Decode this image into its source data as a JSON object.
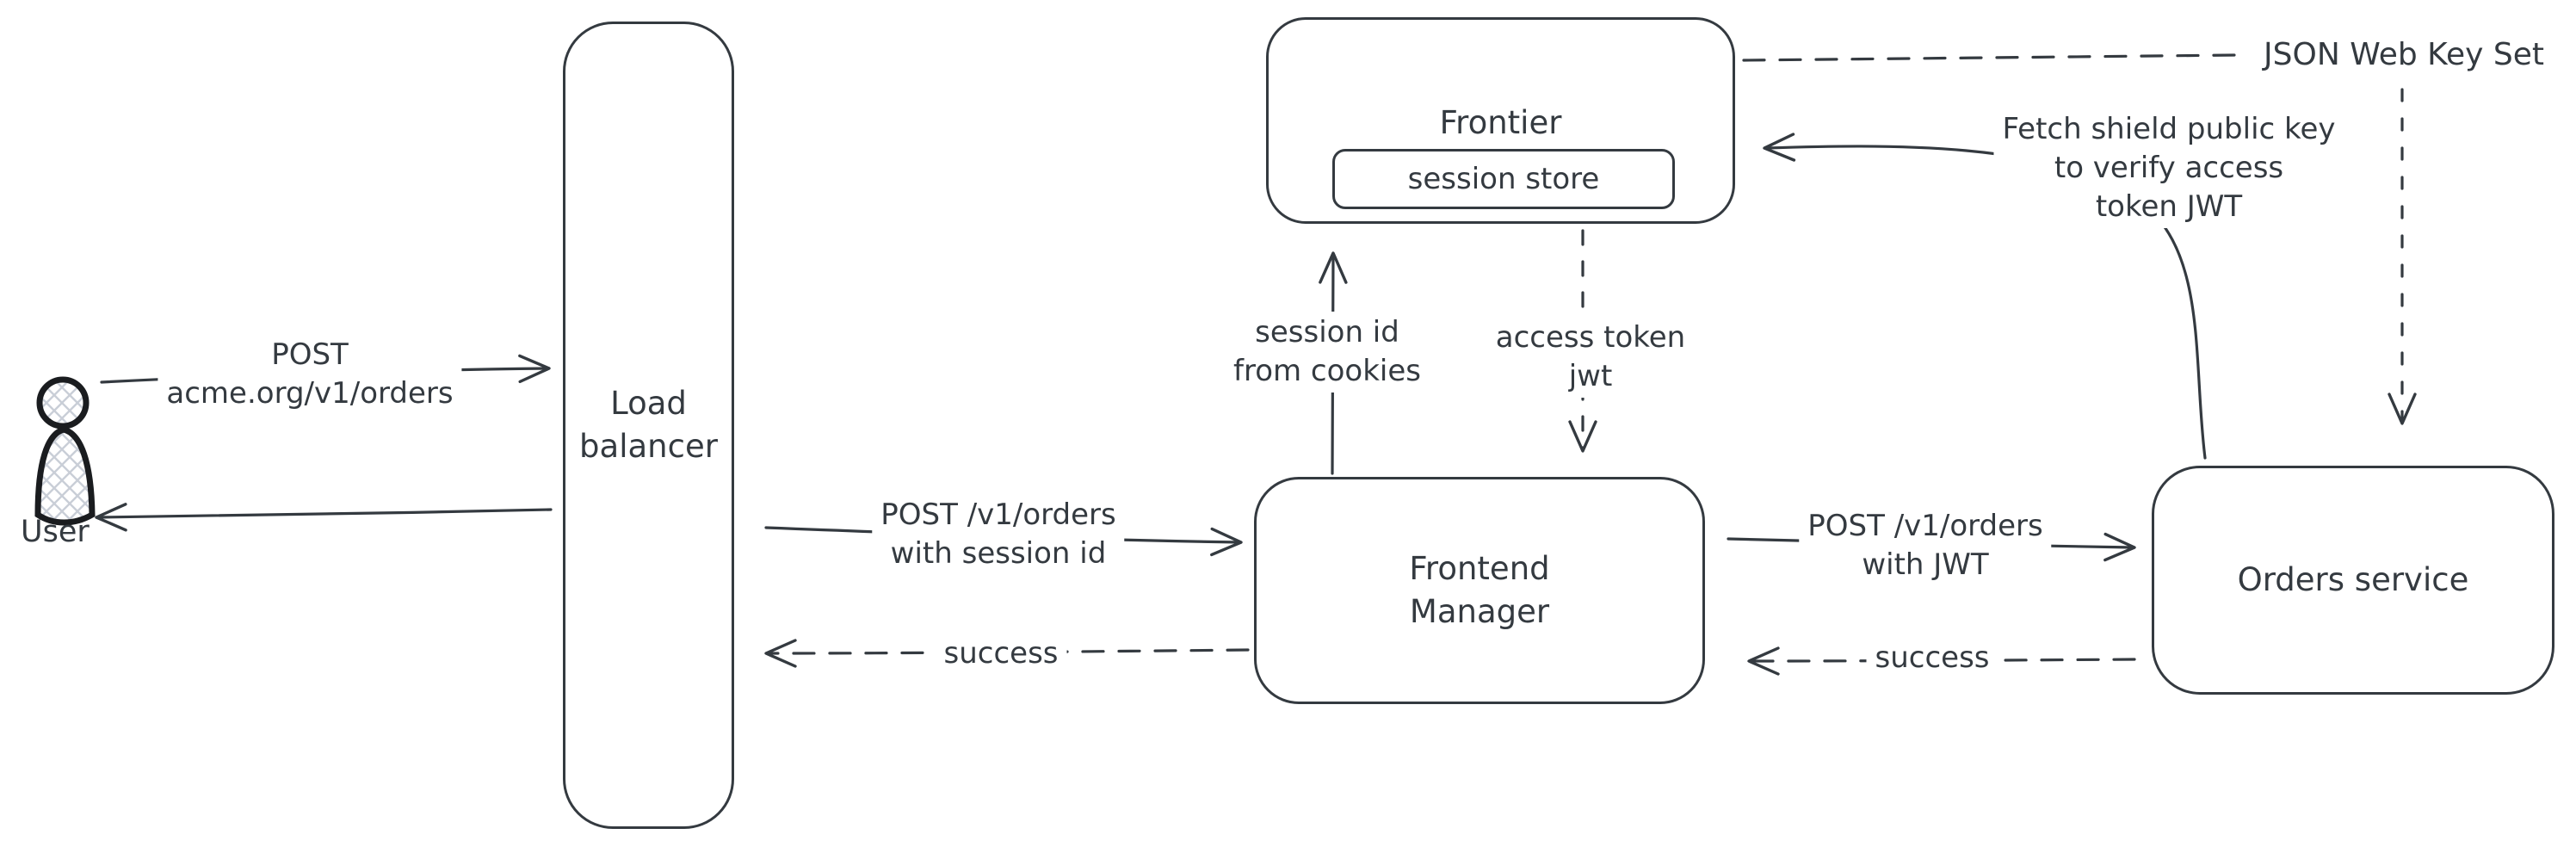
{
  "title": "Order service authentication flow diagram",
  "colors": {
    "ink": "#343a40",
    "user_stroke": "#1a1c1f",
    "hatch": "#c9ced7",
    "background": "#ffffff"
  },
  "icons": {
    "user": "person-silhouette-crosshatch-icon"
  },
  "nodes": {
    "user": {
      "label": "User"
    },
    "load_balancer": {
      "line1": "Load",
      "line2": "balancer"
    },
    "frontier": {
      "title": "Frontier",
      "session_store": "session store"
    },
    "frontend_manager": {
      "line1": "Frontend",
      "line2": "Manager"
    },
    "orders_service": {
      "label": "Orders service"
    }
  },
  "edges": {
    "user_to_lb": {
      "line1": "POST",
      "line2": "acme.org/v1/orders"
    },
    "lb_to_user": {
      "label": ""
    },
    "lb_to_fm": {
      "line1": "POST /v1/orders",
      "line2": "with session id"
    },
    "fm_to_lb": {
      "label": "success"
    },
    "fm_to_frontier": {
      "line1": "session id",
      "line2": "from cookies"
    },
    "frontier_to_fm": {
      "line1": "access token",
      "line2": "jwt"
    },
    "fm_to_orders": {
      "line1": "POST /v1/orders",
      "line2": "with JWT"
    },
    "orders_to_fm": {
      "label": "success"
    },
    "jwks": {
      "label": "JSON Web Key Set"
    },
    "orders_to_frontier": {
      "line1": "Fetch shield public key",
      "line2": "to verify access",
      "line3": "token JWT"
    }
  }
}
